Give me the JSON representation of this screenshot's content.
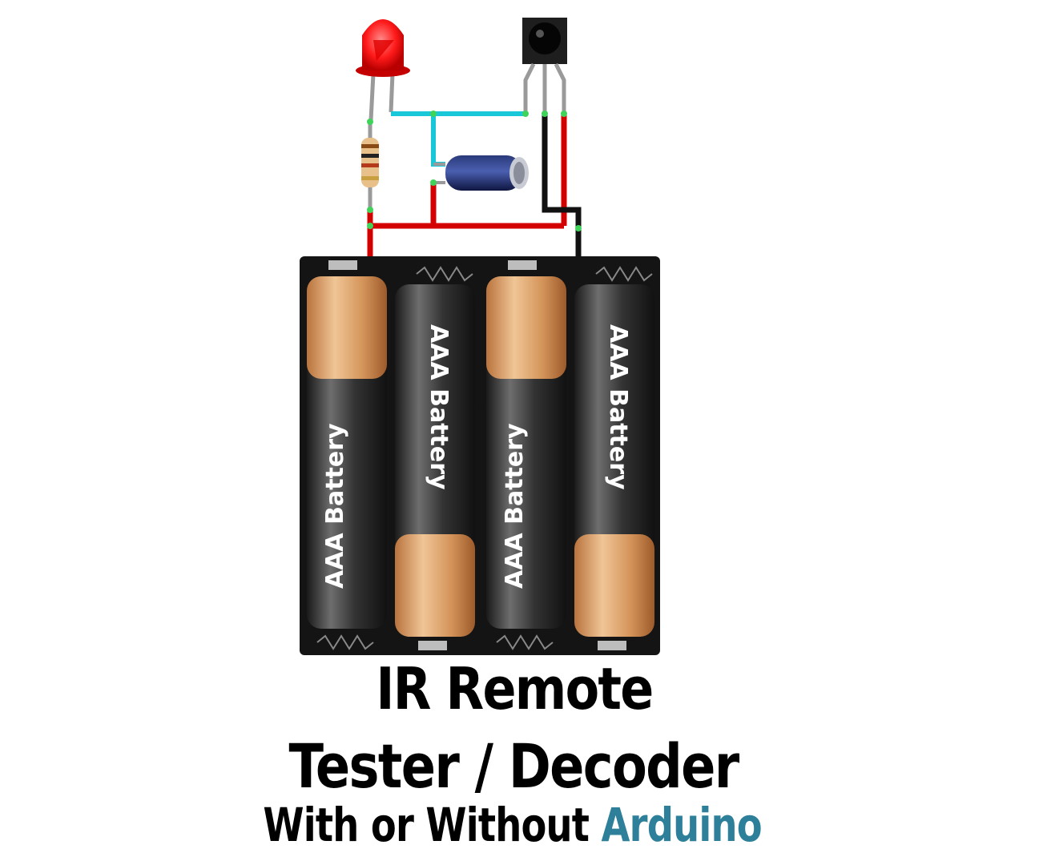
{
  "title": {
    "line1": "IR Remote",
    "line2": "Tester / Decoder",
    "line3_prefix": "With or Without ",
    "line3_accent": "Arduino"
  },
  "batteries": [
    {
      "label": "AAA Battery",
      "orientation": "down"
    },
    {
      "label": "AAA Battery",
      "orientation": "up"
    },
    {
      "label": "AAA Battery",
      "orientation": "down"
    },
    {
      "label": "AAA Battery",
      "orientation": "up"
    }
  ],
  "colors": {
    "wire_red": "#d40000",
    "wire_black": "#111111",
    "wire_cyan": "#18c7d8",
    "led": "#ff1a1a",
    "holder": "#111111",
    "battery_copper": "#d4945a",
    "battery_body": "#2a2a2a",
    "accent": "#2d7f9a"
  },
  "icons": [
    "led-icon",
    "ir-receiver-icon",
    "resistor-icon",
    "capacitor-icon",
    "battery-holder-icon"
  ]
}
